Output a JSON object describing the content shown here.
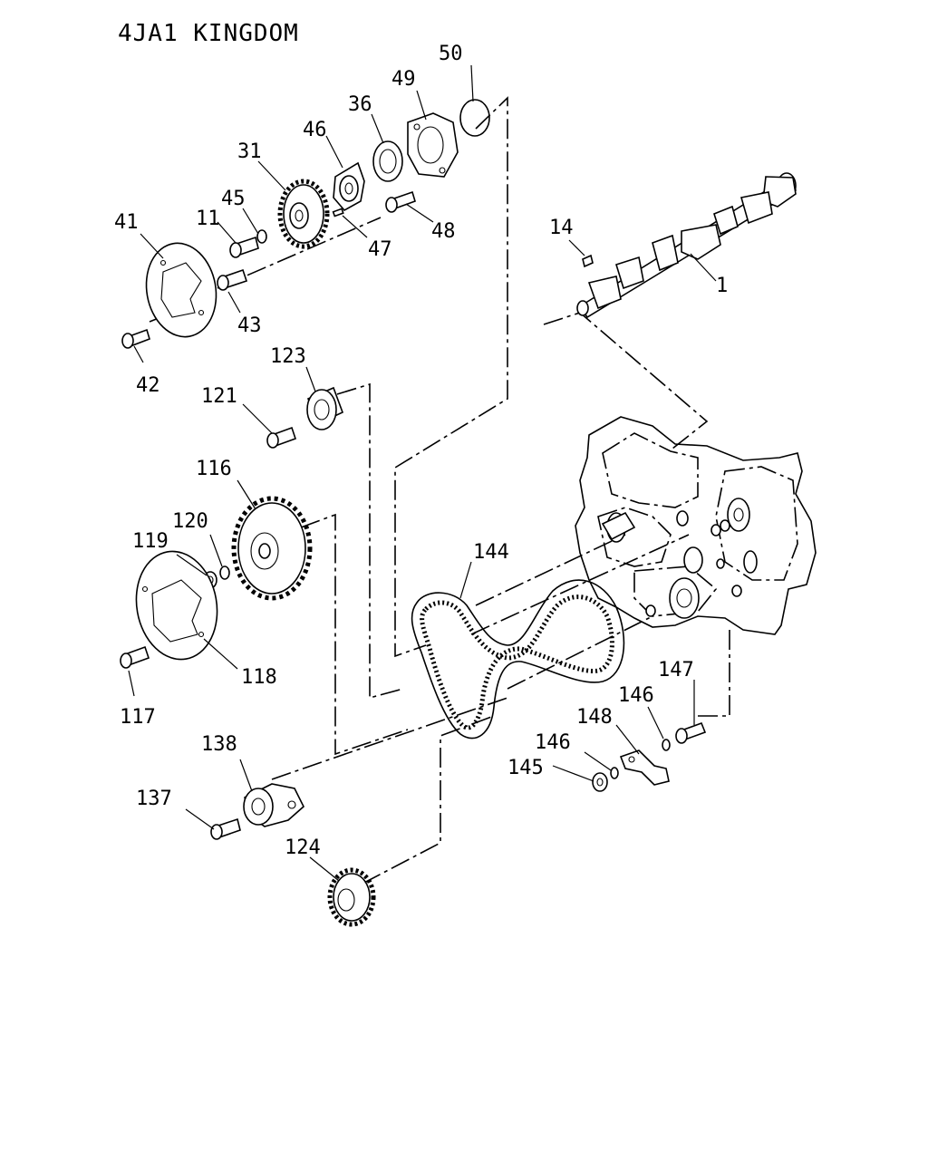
{
  "title": "4JA1 KINGDOM",
  "callouts": {
    "c50": "50",
    "c49": "49",
    "c36": "36",
    "c46": "46",
    "c31": "31",
    "c45": "45",
    "c11": "11",
    "c41": "41",
    "c48": "48",
    "c47": "47",
    "c43": "43",
    "c42": "42",
    "c14": "14",
    "c1": "1",
    "c123": "123",
    "c121": "121",
    "c116": "116",
    "c120": "120",
    "c119": "119",
    "c118": "118",
    "c117": "117",
    "c144": "144",
    "c147": "147",
    "c146a": "146",
    "c148": "148",
    "c146b": "146",
    "c145": "145",
    "c138": "138",
    "c137": "137",
    "c124": "124"
  }
}
